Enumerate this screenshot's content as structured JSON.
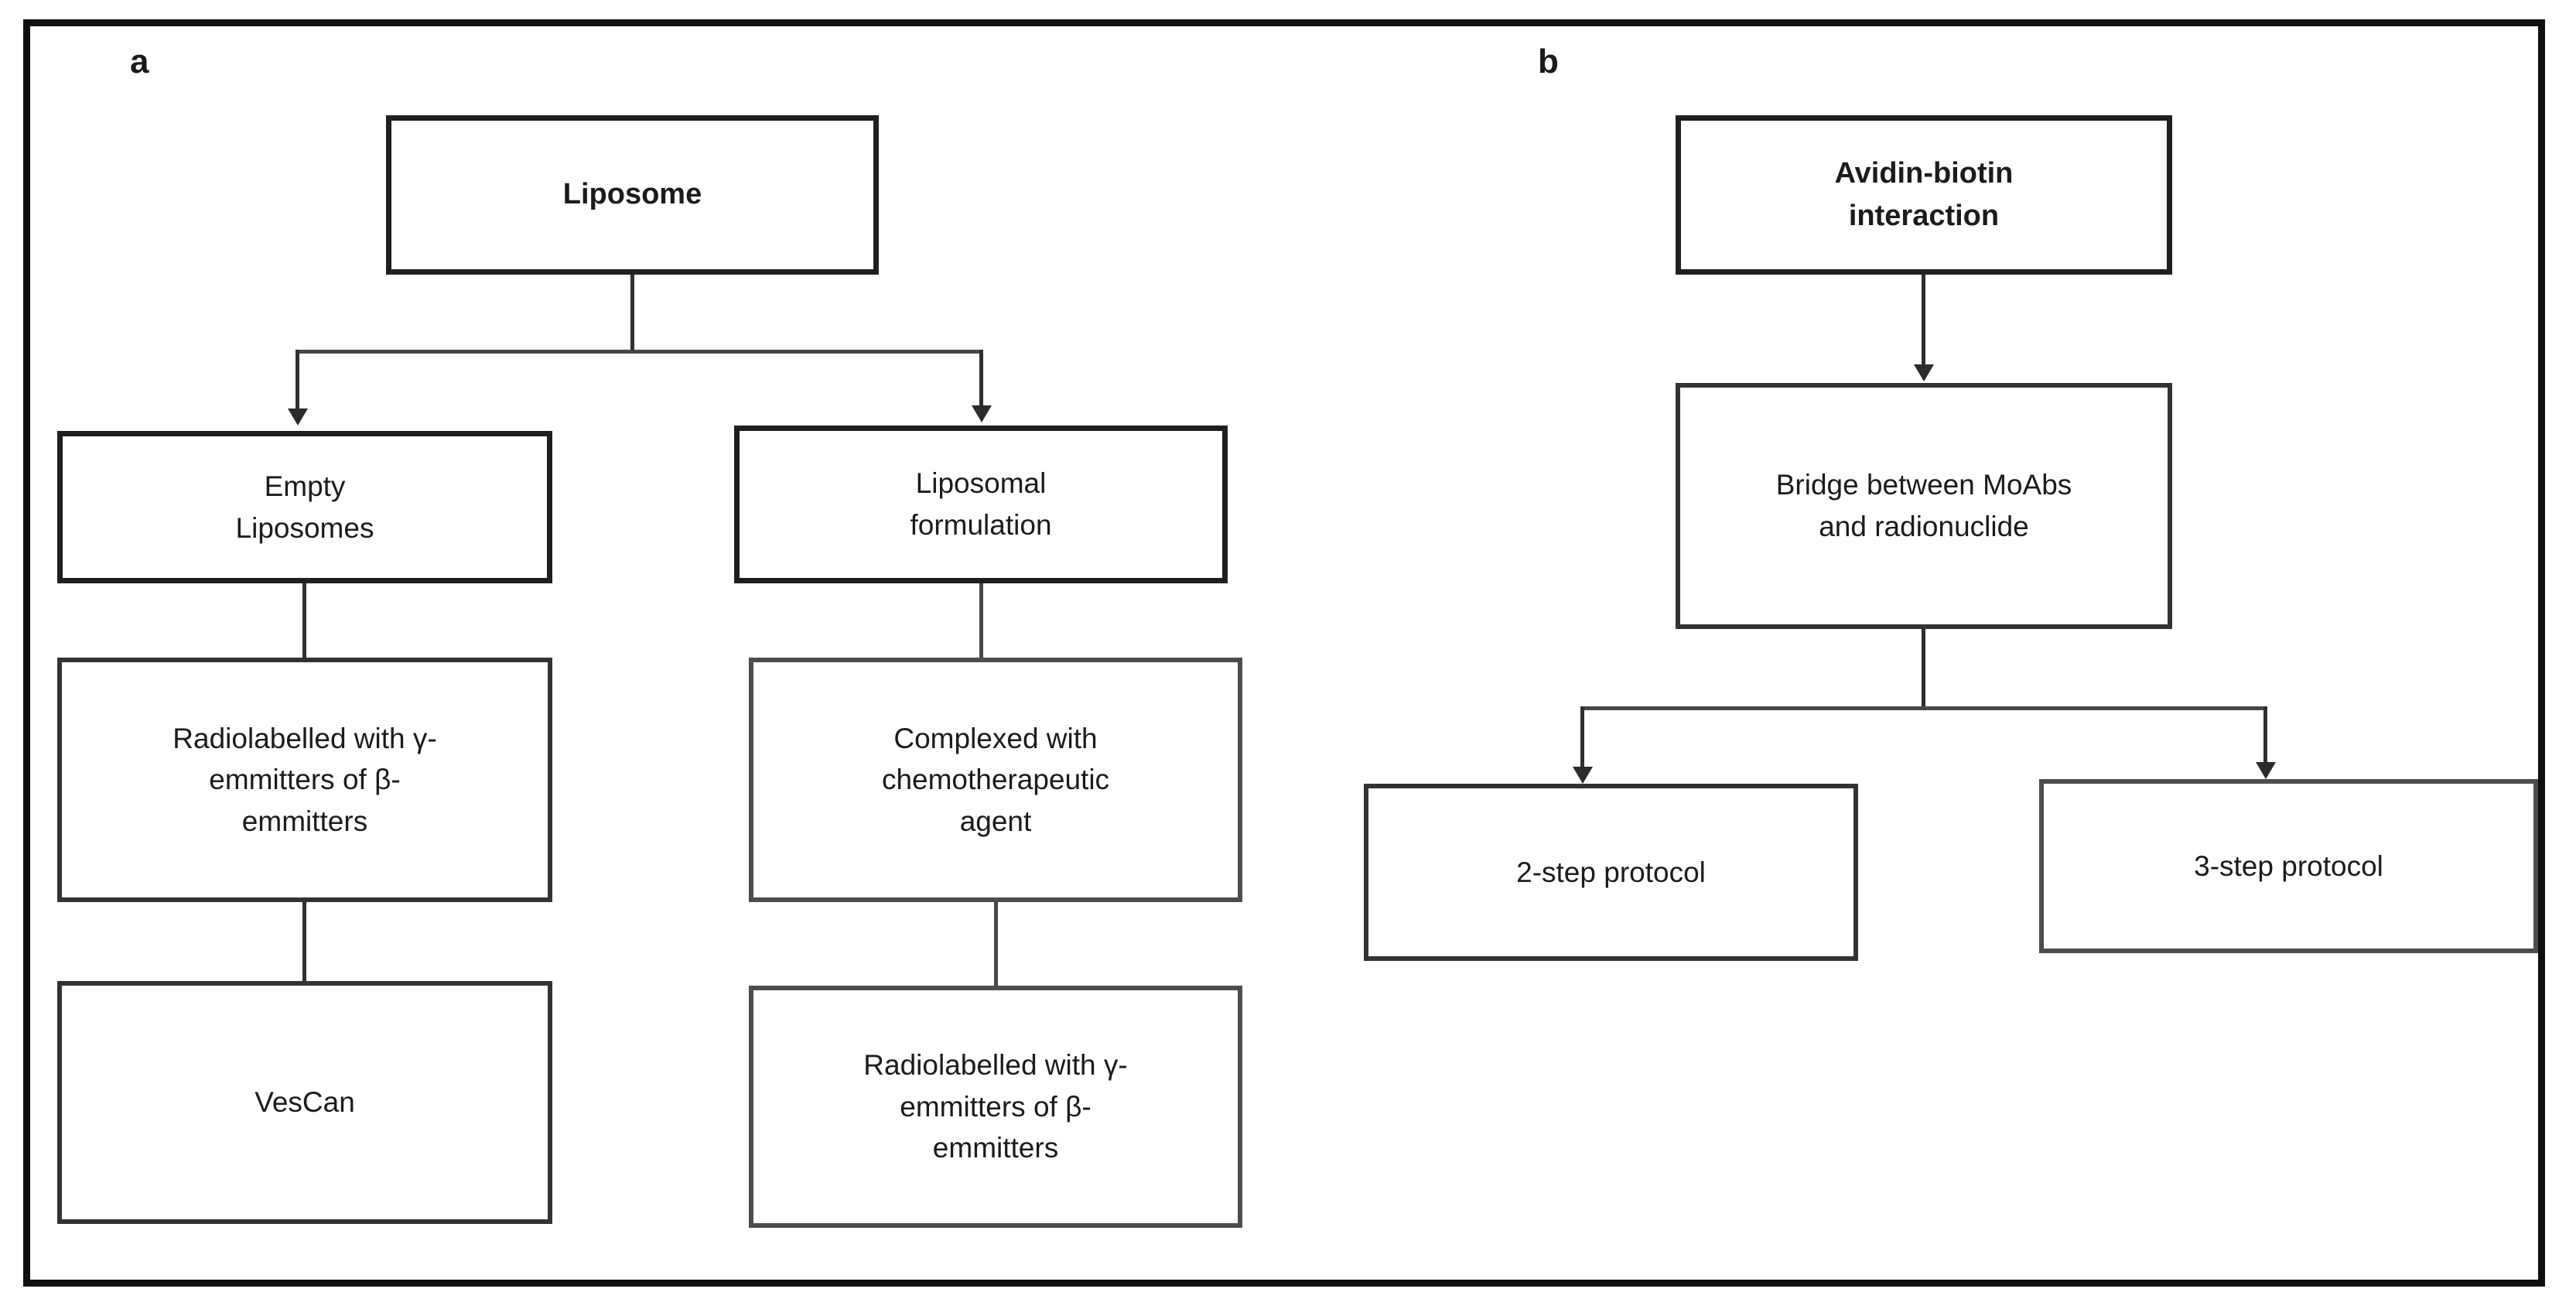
{
  "panels": {
    "a": {
      "label": "a",
      "liposome": "Liposome",
      "empty_liposomes": "Empty\nLiposomes",
      "radiolabelled_left": "Radiolabelled with γ-\nemmitters of β-\nemmitters",
      "vescan": "VesCan",
      "liposomal_formulation": "Liposomal\nformulation",
      "complexed_agent": "Complexed with\nchemotherapeutic\nagent",
      "radiolabelled_mid": "Radiolabelled with γ-\nemmitters of β-\nemmitters"
    },
    "b": {
      "label": "b",
      "avidin_biotin": "Avidin-biotin\ninteraction",
      "bridge": "Bridge between MoAbs\nand radionuclide",
      "two_step": "2-step protocol",
      "three_step": "3-step protocol"
    }
  },
  "colors": {
    "ink": "#1b1b1b",
    "box_border": "#333333",
    "connector": "#474747",
    "background": "#ffffff"
  }
}
